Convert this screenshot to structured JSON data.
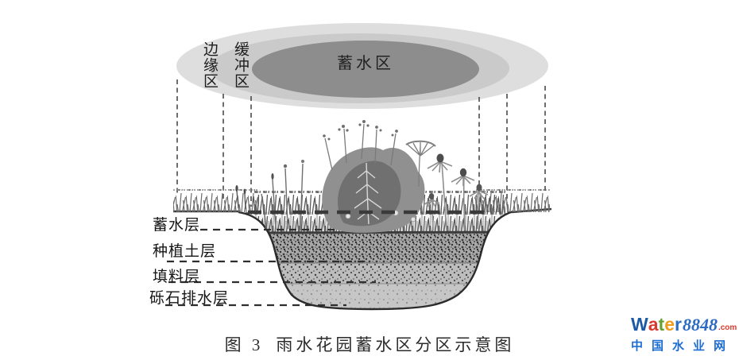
{
  "figure": {
    "zones": {
      "edge": "边缘区",
      "buffer": "缓冲区",
      "storage": "蓄水区"
    },
    "layer_labels": [
      "蓄水层",
      "种植土层",
      "填料层",
      "砾石排水层"
    ],
    "caption_prefix": "图 3",
    "caption_title": "雨水花园蓄水区分区示意图"
  },
  "zone_colors": {
    "edge_ring": "#dedede",
    "buffer_ring": "#cacaca",
    "storage_core": "#8d8d8d"
  },
  "logo": {
    "letters": [
      {
        "ch": "W",
        "color": "#1b5aa5"
      },
      {
        "ch": "a",
        "color": "#d93a2e"
      },
      {
        "ch": "t",
        "color": "#66a033"
      },
      {
        "ch": "e",
        "color": "#f09c1b"
      },
      {
        "ch": "r",
        "color": "#2a6cc2"
      }
    ],
    "number": "8848",
    "number_color": "#2b6bc4",
    "tld": ".com",
    "tld_color": "#d93a2e",
    "subtitle": "中国水业网",
    "subtitle_color": "#1e6ed2"
  }
}
